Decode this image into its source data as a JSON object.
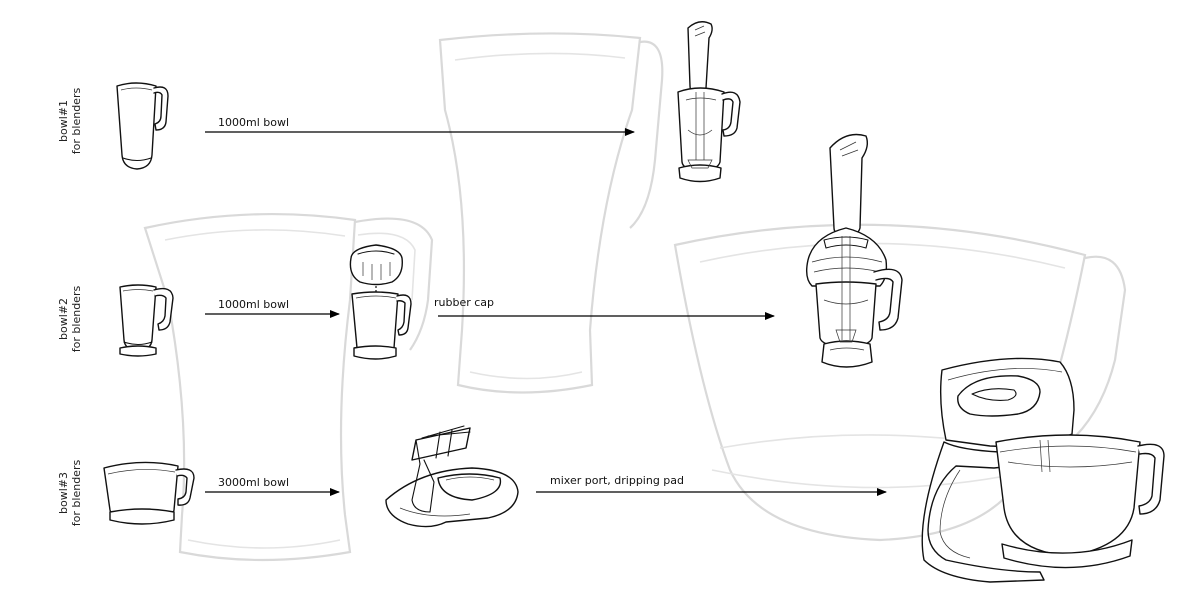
{
  "rows": [
    {
      "id": "bowl1",
      "title": "bowl#1",
      "subtitle": "for blenders",
      "arrow1_label": "1000ml bowl",
      "arrow2_label": ""
    },
    {
      "id": "bowl2",
      "title": "bowl#2",
      "subtitle": "for blenders",
      "arrow1_label": "1000ml bowl",
      "arrow2_label": "rubber cap"
    },
    {
      "id": "bowl3",
      "title": "bowl#3",
      "subtitle": "for blenders",
      "arrow1_label": "3000ml bowl",
      "arrow2_label": "mixer port, dripping pad"
    }
  ]
}
